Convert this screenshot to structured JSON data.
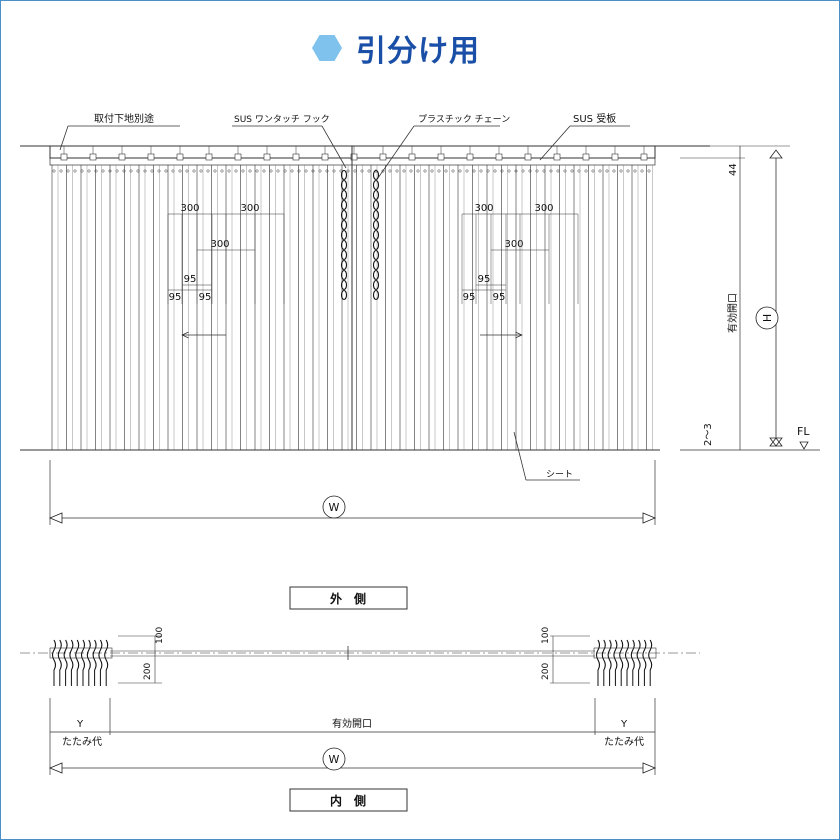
{
  "title": "引分け用",
  "labels": {
    "mount_note": "取付下地別途",
    "sus_hook": "SUS ワンタッチ フック",
    "plastic_chain": "プラスチック チェーン",
    "sus_plate": "SUS 受板",
    "sheet": "シート",
    "effective_opening": "有効開口",
    "outside": "外　側",
    "inside": "内　側",
    "fold_allowance": "たたみ代",
    "fl": "FL",
    "dim_44": "44",
    "dim_2_3": "2～3",
    "H": "H",
    "W": "W",
    "Y": "Y",
    "d300": "300",
    "d95": "95",
    "d100": "100",
    "d200": "200"
  },
  "colors": {
    "accent": "#1a4fa8",
    "hex_icon": "#7fc2ee",
    "frame": "#4a90c8"
  }
}
